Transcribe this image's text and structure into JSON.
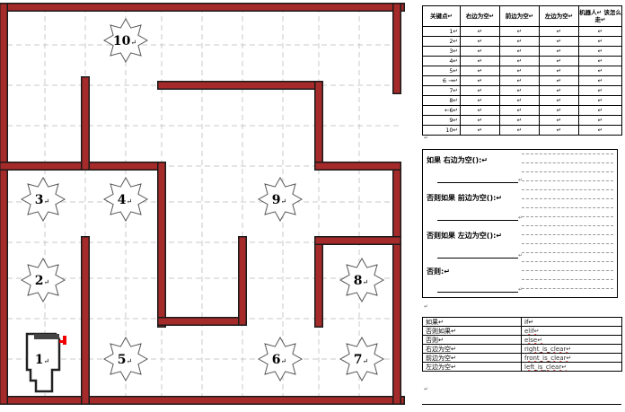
{
  "maze": {
    "points": [
      {
        "label": "1",
        "mark": "↵",
        "robot": true
      },
      {
        "label": "2",
        "mark": "↵"
      },
      {
        "label": "3",
        "mark": "↵"
      },
      {
        "label": "4",
        "mark": "↵"
      },
      {
        "label": "5",
        "mark": "↵"
      },
      {
        "label": "6",
        "mark": "↵"
      },
      {
        "label": "7",
        "mark": "↵"
      },
      {
        "label": "8",
        "mark": "↵"
      },
      {
        "label": "9",
        "mark": "↵"
      },
      {
        "label": "10",
        "mark": "↵"
      }
    ],
    "wall_color": "#a52a2a",
    "grid_color": "#c8c8c8"
  },
  "key_table": {
    "headers": [
      "关键点↵",
      "右边为空↵",
      "前边为空↵",
      "左边为空↵",
      "机器人↵ 该怎么走↵"
    ],
    "rows": [
      {
        "kp": "1↵",
        "cells": [
          "↵",
          "↵",
          "↵",
          "↵"
        ]
      },
      {
        "kp": "2↵",
        "cells": [
          "↵",
          "↵",
          "↵",
          "↵"
        ]
      },
      {
        "kp": "3↵",
        "cells": [
          "↵",
          "↵",
          "↵",
          "↵"
        ]
      },
      {
        "kp": "4↵",
        "cells": [
          "↵",
          "↵",
          "↵",
          "↵"
        ]
      },
      {
        "kp": "5↵",
        "cells": [
          "↵",
          "↵",
          "↵",
          "↵"
        ]
      },
      {
        "kp": "6 →↵",
        "cells": [
          "↵",
          "↵",
          "↵",
          "↵"
        ]
      },
      {
        "kp": "7↵",
        "cells": [
          "↵",
          "↵",
          "↵",
          "↵"
        ]
      },
      {
        "kp": "8↵",
        "cells": [
          "↵",
          "↵",
          "↵",
          "↵"
        ]
      },
      {
        "kp": "←6↵",
        "cells": [
          "↵",
          "↵",
          "↵",
          "↵"
        ]
      },
      {
        "kp": "9↵",
        "cells": [
          "↵",
          "↵",
          "↵",
          "↵"
        ]
      },
      {
        "kp": "10↵",
        "cells": [
          "↵",
          "↵",
          "↵",
          "↵"
        ]
      }
    ],
    "after_mark": "↵"
  },
  "code": {
    "line1": "如果 右边为空():↵",
    "line2": "否则如果 前边为空():↵",
    "line3": "否则如果 左边为空():↵",
    "line4": "否则:↵",
    "blank_mark": "↵",
    "after_mark": "↵"
  },
  "mapping": {
    "rows": [
      {
        "cn": "如果↵",
        "en": "if↵"
      },
      {
        "cn": "否则如果↵",
        "en": "elif↵"
      },
      {
        "cn": "否则↵",
        "en": "else↵"
      },
      {
        "cn": "右边为空↵",
        "en": "right_is_clear↵"
      },
      {
        "cn": "前边为空↵",
        "en": "front_is_clear↵"
      },
      {
        "cn": "左边为空↵",
        "en": "left_is_clear↵"
      }
    ],
    "after_mark": "↵"
  }
}
